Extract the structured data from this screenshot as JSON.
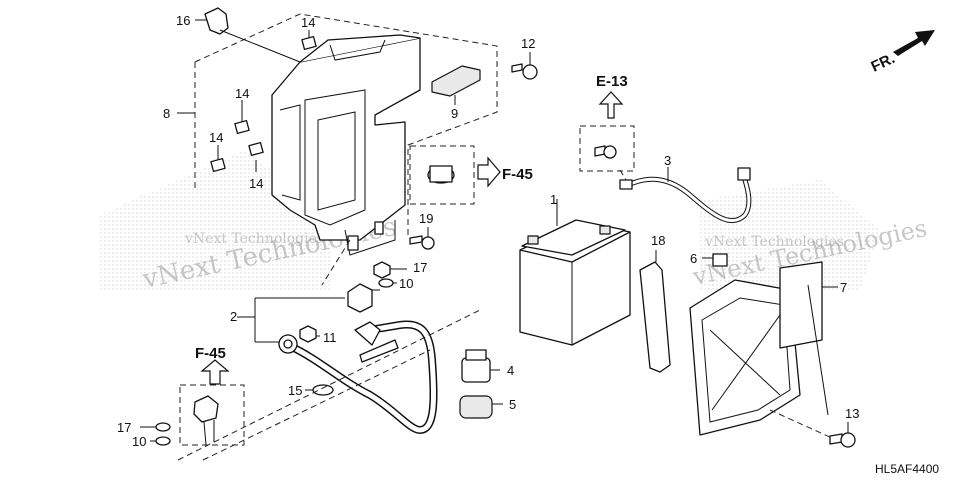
{
  "diagram": {
    "code": "HL5AF4400",
    "front_label": "FR.",
    "watermark": [
      "vNext Technologies",
      "vNext Technologies",
      "vNext Technologies",
      "vNext Technologies"
    ],
    "references": {
      "e13": "E-13",
      "f45_top": "F-45",
      "f45_bottom": "F-45"
    },
    "callouts": {
      "c1": "1",
      "c2": "2",
      "c3": "3",
      "c4": "4",
      "c5": "5",
      "c6": "6",
      "c7": "7",
      "c8": "8",
      "c9": "9",
      "c10a": "10",
      "c10b": "10",
      "c11": "11",
      "c12": "12",
      "c13": "13",
      "c14a": "14",
      "c14b": "14",
      "c14c": "14",
      "c14d": "14",
      "c15": "15",
      "c16": "16",
      "c17a": "17",
      "c17b": "17",
      "c18": "18",
      "c19": "19"
    }
  }
}
